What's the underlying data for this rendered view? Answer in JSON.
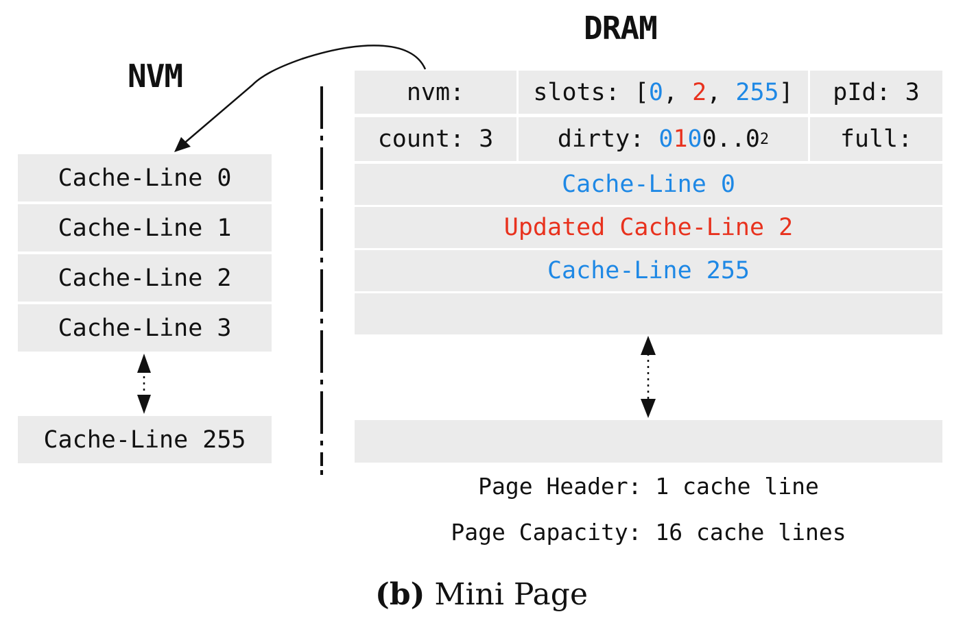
{
  "nvm": {
    "title": "NVM",
    "lines": [
      "Cache-Line 0",
      "Cache-Line 1",
      "Cache-Line 2",
      "Cache-Line 3"
    ],
    "last_line": "Cache-Line 255"
  },
  "dram": {
    "title": "DRAM",
    "header_row1": {
      "nvm": "nvm:",
      "slots_prefix": "slots: [",
      "slot_values": [
        "0",
        "2",
        "255"
      ],
      "slots_sep": ", ",
      "slots_suffix": "]",
      "pid": "pId: 3"
    },
    "header_row2": {
      "count": "count: 3",
      "dirty_prefix": "dirty: ",
      "dirty_bits": [
        "0",
        "1",
        "0",
        "0"
      ],
      "dirty_tail": "..0",
      "dirty_subscript": "2",
      "full": "full:"
    },
    "lines": [
      "Cache-Line 0",
      "Updated Cache-Line 2",
      "Cache-Line 255"
    ]
  },
  "captions": {
    "header": "Page Header: 1 cache line",
    "capacity": "Page Capacity: 16 cache lines"
  },
  "figure_caption": {
    "label": "(b)",
    "text": " Mini Page"
  },
  "colors": {
    "cell_bg": "#ebebeb",
    "blue": "#1e88e5",
    "red": "#e8321e",
    "text": "#111111"
  }
}
